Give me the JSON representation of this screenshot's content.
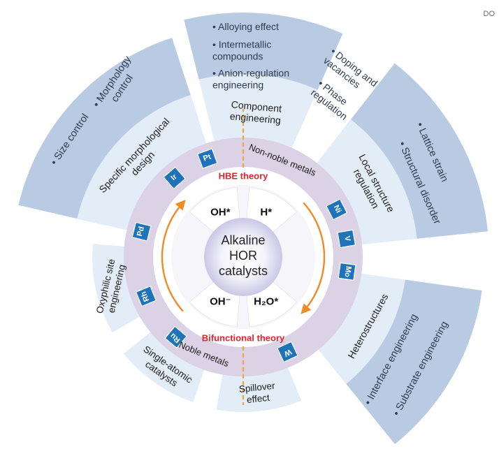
{
  "corner_label": "DO",
  "center": {
    "lines": [
      "Alkaline",
      "HOR",
      "catalysts"
    ]
  },
  "quadrants": [
    {
      "label": "OH*"
    },
    {
      "label": "H*"
    },
    {
      "label": "H₂O*"
    },
    {
      "label": "OH⁻"
    }
  ],
  "theories": {
    "top": "HBE theory",
    "bottom": "Bifunctional theory"
  },
  "metal_groups": {
    "non_noble": "Non-noble metals",
    "noble": "Noble metals"
  },
  "elements": [
    {
      "symbol": "Pt"
    },
    {
      "symbol": "Ni"
    },
    {
      "symbol": "V"
    },
    {
      "symbol": "Mo"
    },
    {
      "symbol": "W"
    },
    {
      "symbol": "Ru"
    },
    {
      "symbol": "Rh"
    },
    {
      "symbol": "Pd"
    },
    {
      "symbol": "Ir"
    }
  ],
  "strategies": [
    {
      "id": "component",
      "lines": [
        "Component",
        "engineering"
      ]
    },
    {
      "id": "local-structure",
      "lines": [
        "Local structure",
        "regulation"
      ]
    },
    {
      "id": "heterostructures",
      "lines": [
        "Heterostructures"
      ]
    },
    {
      "id": "spillover",
      "lines": [
        "Spillover",
        "effect"
      ]
    },
    {
      "id": "single-atomic",
      "lines": [
        "Single-atomic",
        "catalysts"
      ]
    },
    {
      "id": "oxyphilic",
      "lines": [
        "Oxyphilic site",
        "engineering"
      ]
    },
    {
      "id": "morphological",
      "lines": [
        "Specific morphological",
        "design"
      ]
    }
  ],
  "details": {
    "component_left": [
      {
        "lines": [
          "• Alloying effect"
        ]
      },
      {
        "lines": [
          "• Intermetallic",
          "  compounds"
        ]
      },
      {
        "lines": [
          "• Anion-regulation",
          "  engineering"
        ]
      }
    ],
    "component_right": [
      {
        "lines": [
          "• Doping and",
          "  vacancies"
        ]
      },
      {
        "lines": [
          "• Phase",
          "  regulation"
        ]
      }
    ],
    "local_structure": [
      {
        "lines": [
          "• Lattice strain"
        ]
      },
      {
        "lines": [
          "• Structural disorder"
        ]
      }
    ],
    "heterostructures": [
      {
        "lines": [
          "• Interface engineering"
        ]
      },
      {
        "lines": [
          "• Substrate engineering"
        ]
      }
    ],
    "morphological": [
      {
        "lines": [
          "• Size control"
        ]
      },
      {
        "lines": [
          "• Morphology",
          "  control"
        ]
      }
    ]
  },
  "colors": {
    "outer_band": "#b9cbe3",
    "outer_text": "#2e3a4e",
    "strategy_fill": "#e3edf7",
    "metal_ring": "#dcd2e6",
    "element_tile": "#1f74b9",
    "theory_text": "#e0262c",
    "arrow": "#f08a24",
    "dashed": "#f2a33a",
    "center_glow": "#c5c3e2",
    "quadrant_fill": "#ffffff"
  }
}
